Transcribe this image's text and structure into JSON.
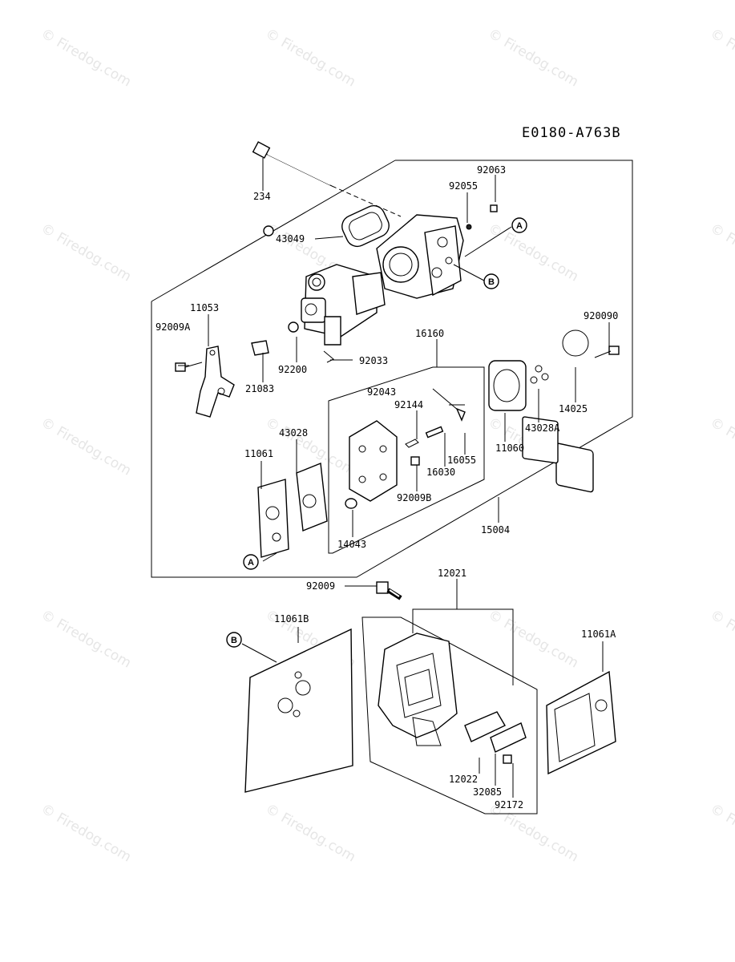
{
  "diagram_code": "E0180-A763B",
  "watermark_text": "© Firedog.com",
  "callouts": {
    "a": "A",
    "b": "B"
  },
  "parts": {
    "p234": "234",
    "p92063": "92063",
    "p92055": "92055",
    "p43049": "43049",
    "p11053": "11053",
    "p92009A": "92009A",
    "p21083": "21083",
    "p92200": "92200",
    "p92033": "92033",
    "p920090": "920090",
    "p14025": "14025",
    "p43028A": "43028A",
    "p11060": "11060",
    "p16160": "16160",
    "p92043": "92043",
    "p92144": "92144",
    "p16055": "16055",
    "p16030": "16030",
    "p92009B": "92009B",
    "p14043": "14043",
    "p15004": "15004",
    "p43028": "43028",
    "p11061": "11061",
    "p12021": "12021",
    "p92009": "92009",
    "p11061B": "11061B",
    "p11061A": "11061A",
    "p12022": "12022",
    "p32085": "32085",
    "p92172": "92172"
  },
  "colors": {
    "line": "#000000",
    "watermark": "#e6e6e6",
    "background": "#ffffff"
  }
}
